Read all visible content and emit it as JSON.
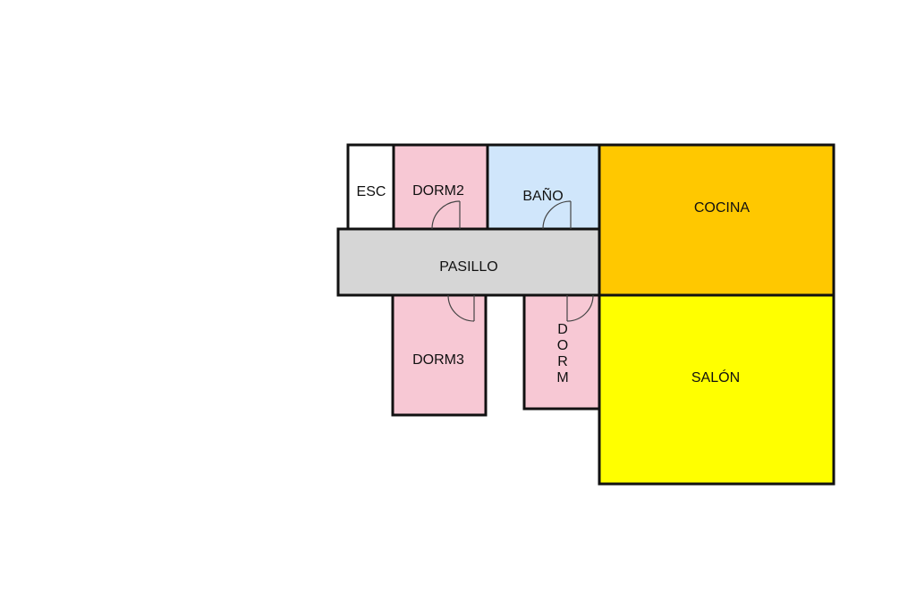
{
  "rooms": {
    "esc": {
      "label": "ESC",
      "color": "#ffffff"
    },
    "dorm2": {
      "label": "DORM2",
      "color": "#f7c8d4"
    },
    "bano": {
      "label": "BAÑO",
      "color": "#d0e6fb"
    },
    "cocina": {
      "label": "COCINA",
      "color": "#ffc800"
    },
    "pasillo": {
      "label": "PASILLO",
      "color": "#d6d6d6"
    },
    "dorm3": {
      "label": "DORM3",
      "color": "#f7c8d4"
    },
    "dorm": {
      "label": "DORM",
      "color": "#f7c8d4",
      "letters": [
        "D",
        "O",
        "R",
        "M"
      ]
    },
    "salon": {
      "label": "SALÓN",
      "color": "#ffff00"
    }
  }
}
